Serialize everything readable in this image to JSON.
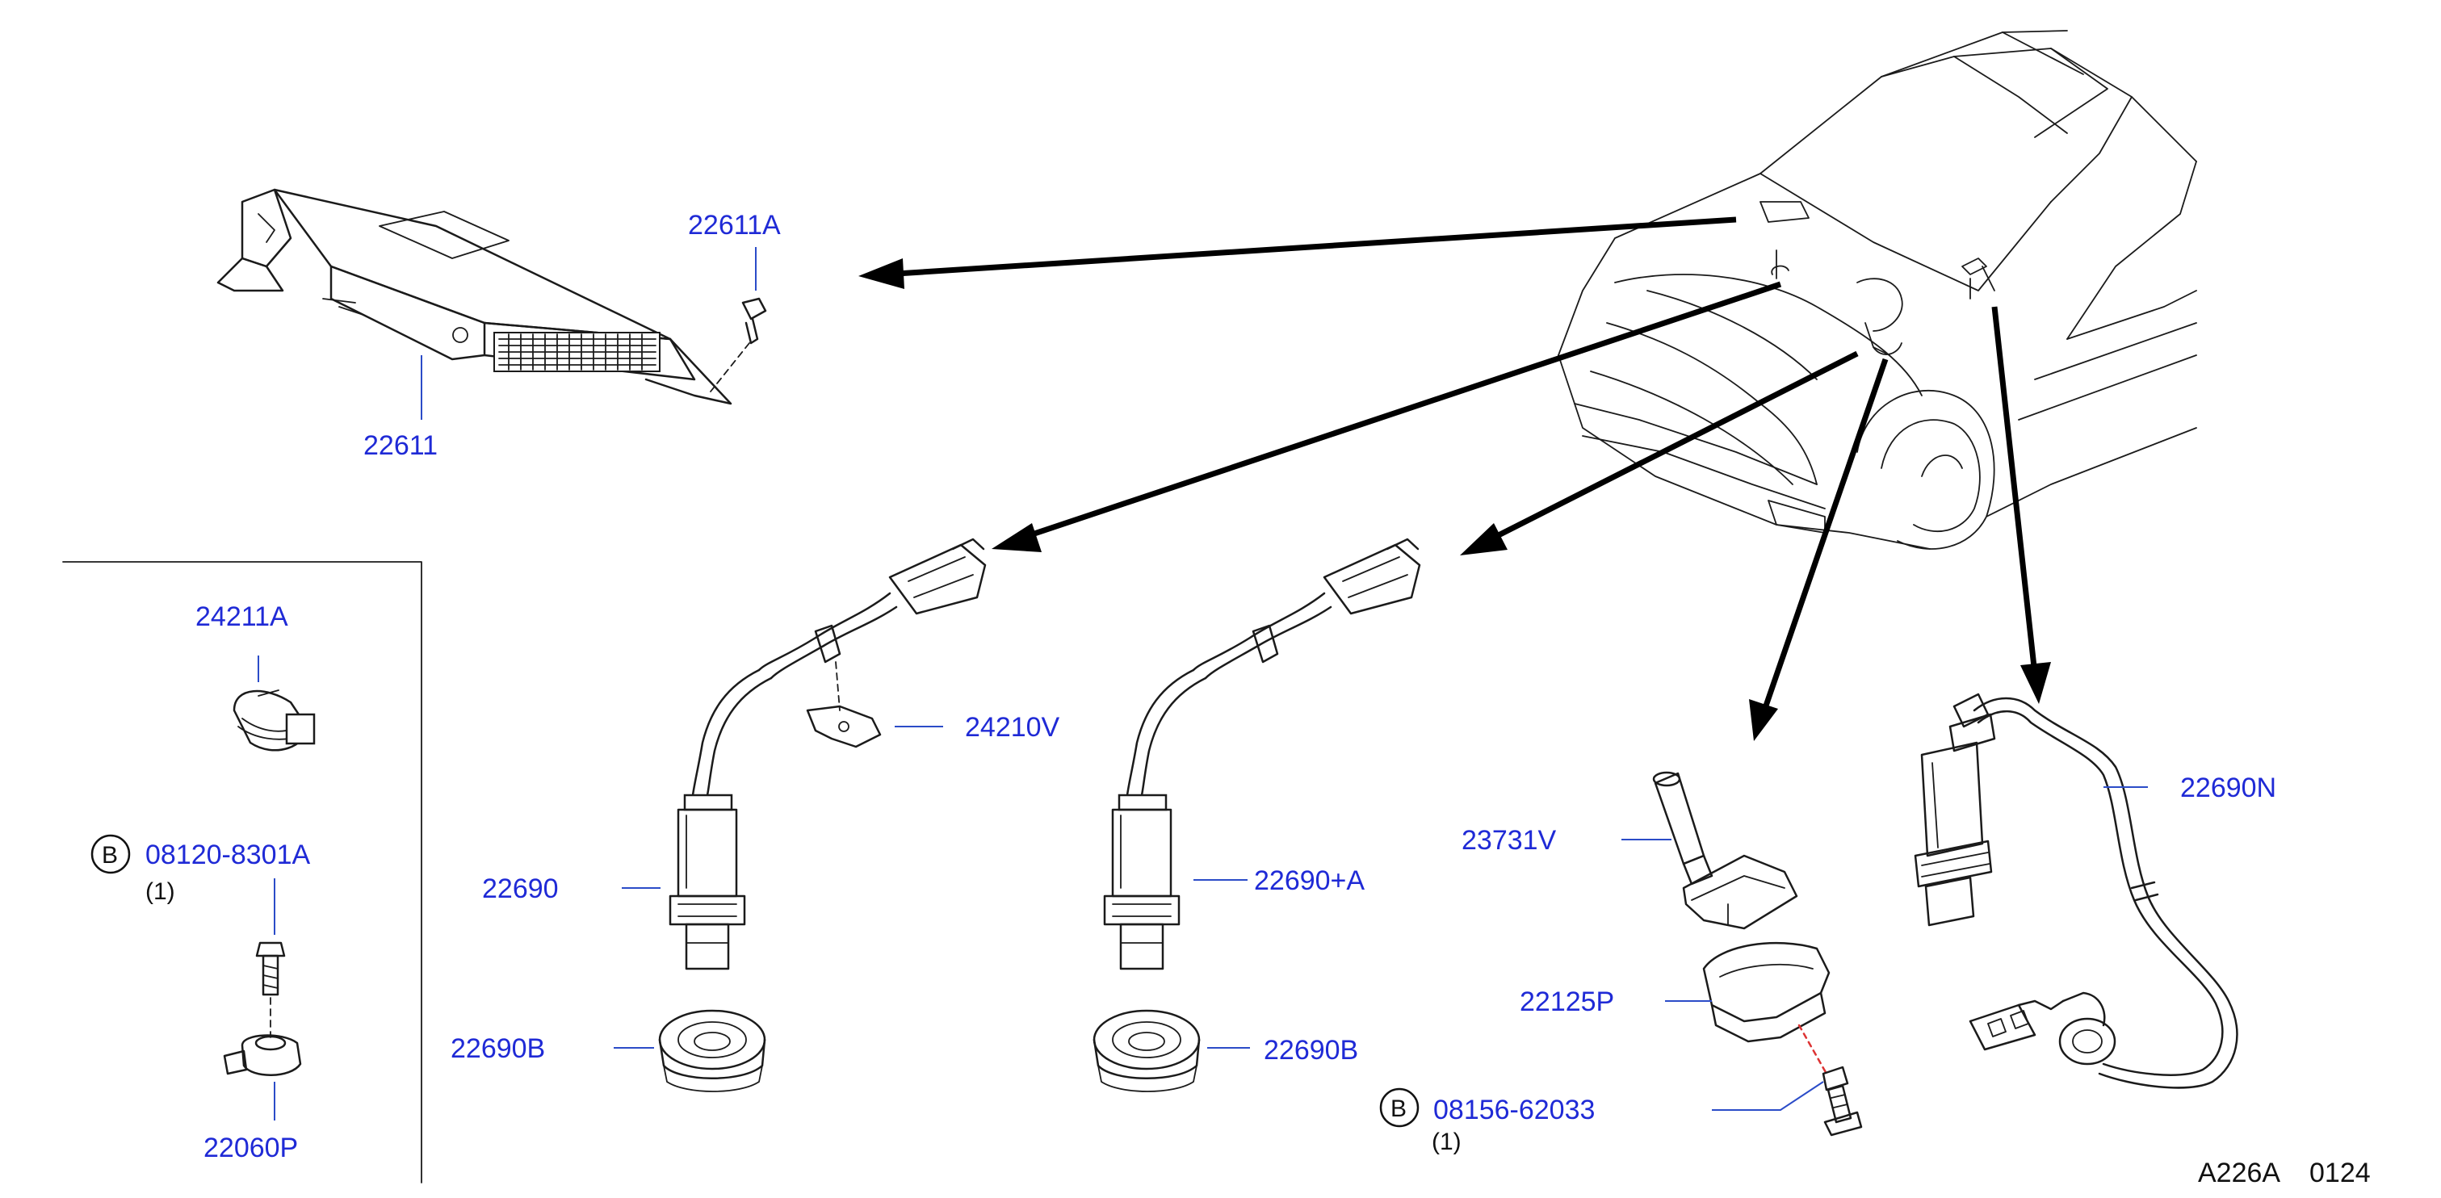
{
  "labels": {
    "ecu_bolt": "22611A",
    "ecu": "22611",
    "clip": "24211A",
    "bolt_b1_code": "08120-8301A",
    "bolt_b1_qty": "(1)",
    "knock_sensor": "22060P",
    "bracket": "24210V",
    "o2_sensor": "22690",
    "o2_sensor_a": "22690+A",
    "o2_sensor_n": "22690N",
    "grommet_left": "22690B",
    "grommet_right": "22690B",
    "crank_sensor": "23731V",
    "sensor_bracket": "22125P",
    "bolt_b2_code": "08156-62033",
    "bolt_b2_qty": "(1)",
    "badge_letter_1": "B",
    "badge_letter_2": "B",
    "ref_code": "A226A",
    "ref_number": "0124"
  },
  "colors": {
    "label": "#1f2ad6",
    "leader": "#2b4cc8",
    "ink": "#1b1b1b",
    "arrow": "#000000"
  }
}
